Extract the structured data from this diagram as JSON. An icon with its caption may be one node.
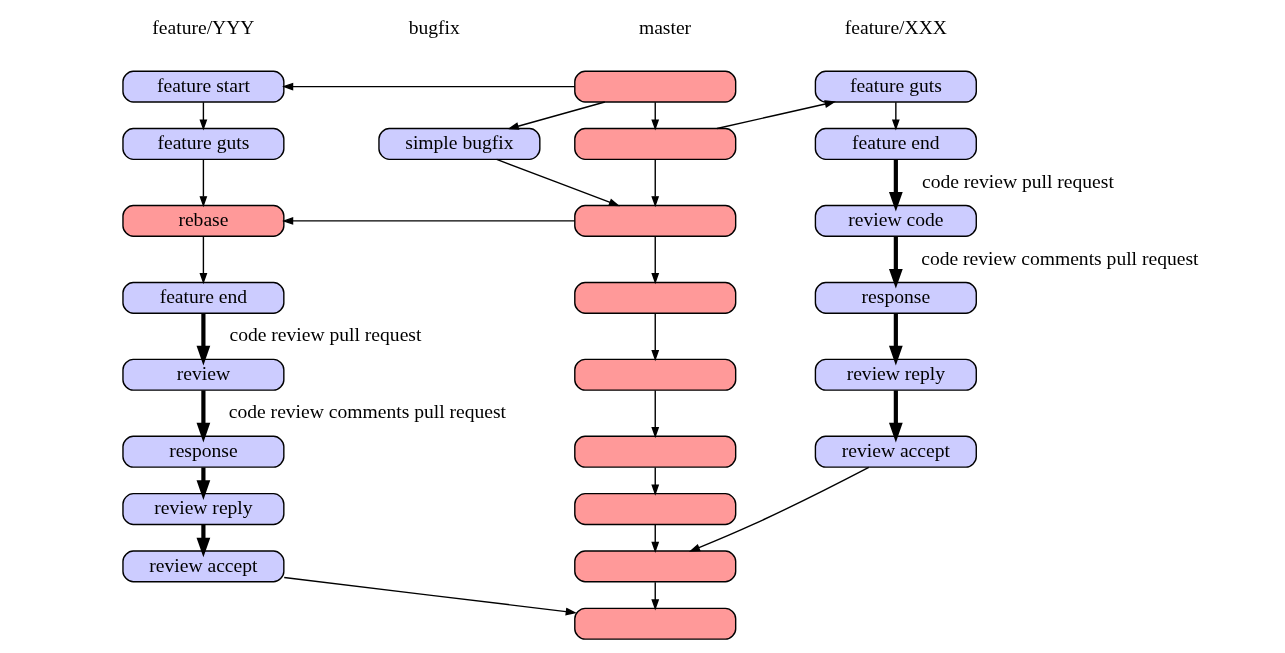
{
  "diagram": {
    "nodes": [
      {
        "text": [],
        "shape": "box"
      },
      {
        "text": [
          "feature start"
        ]
      },
      {
        "text": [],
        "shape": "box"
      },
      {
        "text": [
          "simple bugfix"
        ]
      },
      {
        "text": [
          "feature guts"
        ]
      },
      {
        "text": [],
        "shape": "box"
      },
      {
        "text": [
          "feature guts"
        ]
      },
      {
        "text": [
          "feature end"
        ]
      },
      {
        "text": [],
        "shape": "box"
      },
      {
        "text": [
          "rebase"
        ]
      },
      {
        "text": [
          "review code"
        ]
      },
      {
        "text": [],
        "shape": "box"
      },
      {
        "text": [
          "feature end"
        ]
      },
      {
        "text": [
          "response"
        ]
      },
      {
        "text": [],
        "shape": "box"
      },
      {
        "text": [
          "review"
        ]
      },
      {
        "text": [
          "review reply"
        ]
      },
      {
        "text": [],
        "shape": "box"
      },
      {
        "text": [
          "response"
        ]
      },
      {
        "text": [
          "review accept"
        ]
      },
      {
        "text": [],
        "shape": "box"
      },
      {
        "text": [
          "review reply"
        ]
      },
      {
        "text": [],
        "shape": "box"
      },
      {
        "text": [
          "review accept"
        ]
      }
    ],
    "edges": [
      {
        "from": 0,
        "to": 1,
        "arrow": "to"
      },
      {
        "from": 0,
        "to": 3,
        "arrow": "to"
      },
      {
        "from": 0,
        "to": 2,
        "arrow": "to"
      },
      {
        "from": 2,
        "to": 4,
        "arrow": "to"
      },
      {
        "from": 2,
        "to": 5,
        "arrow": "to"
      },
      {
        "from": 3,
        "to": 5,
        "arrow": "to"
      },
      {
        "from": 1,
        "to": 6,
        "arrow": "to"
      },
      {
        "from": 4,
        "to": 7,
        "arrow": "to"
      },
      {
        "from": 5,
        "to": 9,
        "arrow": "to"
      },
      {
        "from": 6,
        "to": 9,
        "arrow": "to"
      },
      {
        "from": 5,
        "to": 8,
        "arrow": "to"
      },
      {
        "from": 7,
        "to": 10,
        "arrow": "to",
        "label": "code review pull request",
        "style": "thick"
      },
      {
        "from": 9,
        "to": 12,
        "arrow": "to"
      },
      {
        "from": 8,
        "to": 11,
        "arrow": "to"
      },
      {
        "from": 10,
        "to": 13,
        "arrow": "to",
        "label": "code review comments pull request",
        "style": "thick"
      },
      {
        "from": 12,
        "to": 15,
        "arrow": "to",
        "label": "code review pull request",
        "style": "thick"
      },
      {
        "from": 11,
        "to": 14,
        "arrow": "to"
      },
      {
        "from": 13,
        "to": 16,
        "arrow": "to",
        "style": "thick"
      },
      {
        "from": 15,
        "to": 18,
        "arrow": "to",
        "label": "code review comments pull request",
        "style": "thick"
      },
      {
        "from": 14,
        "to": 17,
        "arrow": "to"
      },
      {
        "from": 16,
        "to": 19,
        "arrow": "to",
        "style": "thick"
      },
      {
        "from": 18,
        "to": 21,
        "arrow": "to",
        "style": "thick"
      },
      {
        "from": 17,
        "to": 20,
        "arrow": "to"
      },
      {
        "from": 19,
        "to": 20,
        "arrow": "to"
      },
      {
        "from": 21,
        "to": 23,
        "arrow": "to",
        "style": "thick"
      },
      {
        "from": 20,
        "to": 22,
        "arrow": "to"
      },
      {
        "from": 23,
        "to": 22,
        "arrow": "to"
      }
    ],
    "labels": [
      "feature/YYY",
      "bugfix",
      "master",
      "feature/XXX"
    ]
  }
}
